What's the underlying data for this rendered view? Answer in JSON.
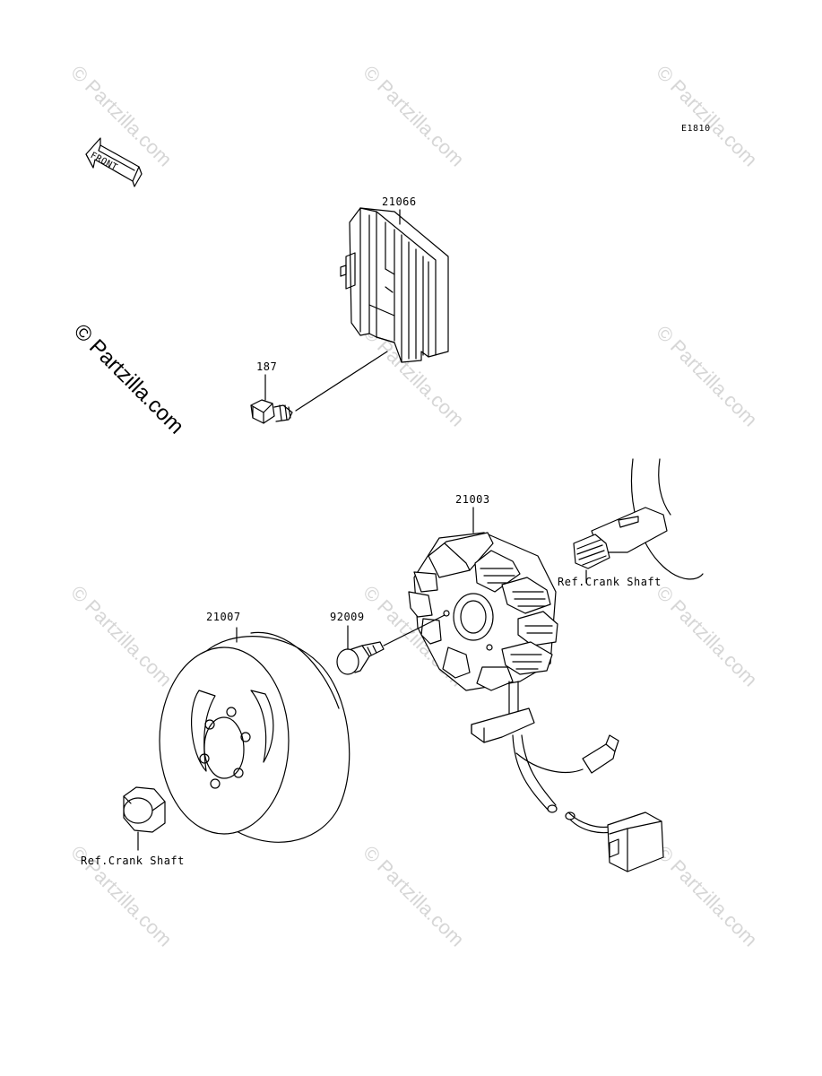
{
  "diagram_id": "E1810",
  "front_label": "FRONT",
  "watermark": "© Partzilla.com",
  "parts": {
    "regulator": "21066",
    "bolt_regulator": "187",
    "stator": "21003",
    "bolt_stator": "92009",
    "flywheel": "21007"
  },
  "refs": {
    "crank_shaft_right": "Ref.Crank Shaft",
    "crank_shaft_left": "Ref.Crank Shaft"
  }
}
